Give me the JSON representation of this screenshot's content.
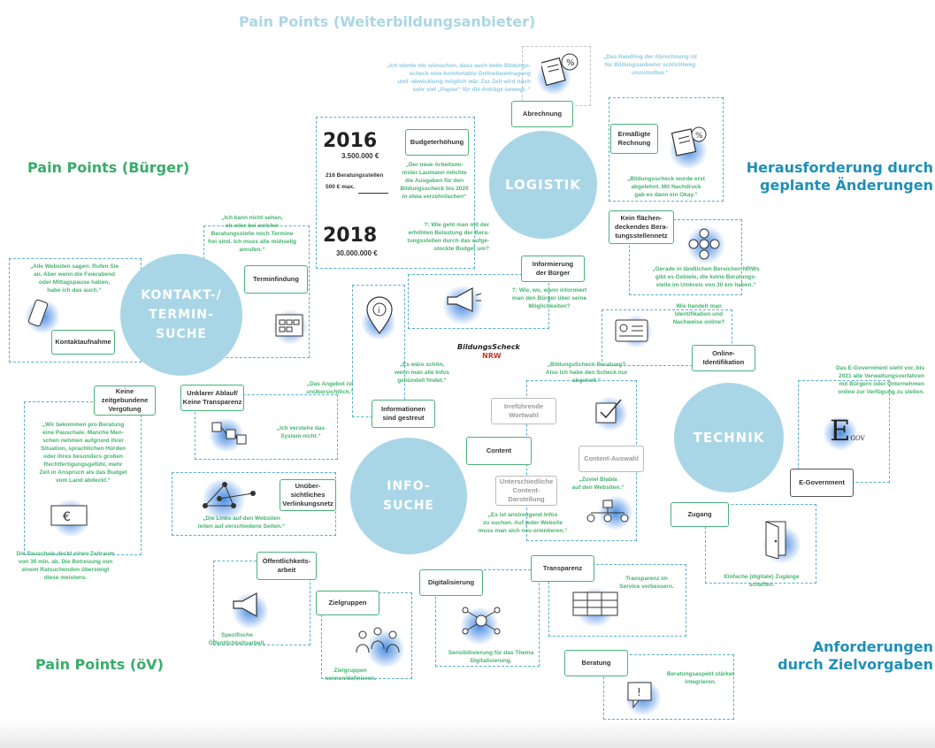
{
  "headings": {
    "weiterbildung": "Pain Points (Weiterbildungsanbieter)",
    "buerger": "Pain Points (Bürger)",
    "oev": "Pain Points (öV)",
    "herausforderung": "Herausforderung durch\ngeplante Änderungen",
    "anforderungen": "Anforderungen\ndurch Zielvorgaben"
  },
  "circles": {
    "logistik": "LOGISTIK",
    "kontakt": "KONTAKT-/\nTERMIN-\nSUCHE",
    "info": "INFO-\nSUCHE",
    "technik": "TECHNIK"
  },
  "budget": {
    "year1": "2016",
    "amount1": "3.500.000 €",
    "stellen": "216 Beratungsstellen",
    "max": "500 € max.",
    "year2": "2018",
    "amount2": "30.000.000 €"
  },
  "logo": {
    "main": "BildungsScheck",
    "sub": "NRW"
  },
  "boxes": {
    "abrechnung": "Abrechnung",
    "ermaessigte": "Ermäßigte\nRechnung",
    "budgeterhoehung": "Budgeterhöhung",
    "kein_flaechen": "Kein flächen-\ndeckendes Bera-\ntungsstellennetz",
    "informierung": "Informierung\nder Bürger",
    "terminfindung": "Terminfindung",
    "kontaktaufnahme": "Kontaktaufnahme",
    "online_ident": "Online-\nIdentifikation",
    "keine_verguetung": "Keine\nzeitgebundene\nVergütung",
    "unklarer": "Unklarer Ablauf/\nKeine Transparenz",
    "informationen": "Informationen\nsind gestreut",
    "irrefuehrende": "Irreführende\nWortwahl",
    "content": "Content",
    "content_auswahl": "Content-Auswahl",
    "unterschiedliche": "Unterschiedliche\nContent-\nDarstellung",
    "unuebersichtlich": "Unüber-\nsichtliches\nVerlinkungsnetz",
    "e_government": "E-Government",
    "zugang": "Zugang",
    "oeffentlichkeit": "Öffentlichkeits-\narbeit",
    "zielgruppen": "Zielgruppen",
    "digitalisierung": "Digitalisierung",
    "transparenz": "Transparenz",
    "beratung": "Beratung"
  },
  "quotes": {
    "q_online": "„Ich würde mir wünschen, dass auch beim Bildungs-\nscheck eine komfortable Onlinebeantragung\nund -abwicklung möglich wär. Zur Zeit wird noch\nsehr viel „Papier“ für die Anträge bewegt. “",
    "q_handling": "„Das Handling der Abrechnung ist\nfür Bildungsanbieter schlichtweg\nunzumutbar.“",
    "q_minister": "„Der neue Arbeitsmi-\nnister Laumann möchte\ndie Ausgaben für den\nBildungsscheck bis 2020\nin etwa verzehnfachen“",
    "q_belastung": "?: Wie geht man mit der\nerhöhten Belastung der Bera-\ntungsstellen durch das aufge-\nstockte Budget um?",
    "q_abgelehnt": "„Bildungsscheck wurde erst\nabgelehnt. Mit Nachdruck\ngab es dann ein Okay.“",
    "q_laendlich": "„Gerade in ländlichen Bereichen NRWs\ngibt es Gebiete, die keine Beratungs-\nstelle im Umkreis von 30 km haben.“",
    "q_termine": "„Ich kann nicht sehen,\nob oder bei welcher\nBeratungsstelle noch Termine\nfrei sind. Ich muss alle mühselig\nanrufen.“",
    "q_websites": "„Alle Websiten sagen: Rufen Sie\nan. Aber wenn die Feierabend\noder Mittagspause haben,\nhabe ich das auch.“",
    "q_informiert": "?: Wie, wo, wann informiert\nman den Bürger über seine\nMöglichkeiten?",
    "q_identifikation": "Wie handelt man\nIdentifikation und\nNachweise online?",
    "q_schoen": "„Es wäre schön,\nwenn man alle Infos\ngebündelt findet.“",
    "q_angebot": "„Das Angebot ist\nunübersichtlich.“",
    "q_beratung": "„BildungsScheck-Beratung?\nAlso ich habe den Scheck nur\nabgeholt.“",
    "q_egov": "Das E-Government sieht vor, bis\n2021 alle Verwaltungsverfahren\nmit Bürgern oder Unternehmen\nonline zur Verfügung zu stellen.",
    "q_pauschale": "„Wir bekommen pro Beratung\neine Pauschale. Manche Men-\nschen nehmen aufgrund ihrer\nSituation, sprachlichen Hürden\noder ihres besonders großen\nRechtfertigungsgefühl, mehr\nZeit in Anspruch als das Budget\nvom Land abdeckt.“",
    "q_system": "„Ich verstehe das\nSystem nicht.“",
    "q_blabla": "„Zuviel Blabla\nauf den Websiten.“",
    "q_anstrengend": "„Es ist anstrengend Infos\nzu suchen. Auf jeder Website\nmuss man sich neu orientieren.“",
    "q_links": "„Die Links auf den Websiten\nleiten auf verschiedene Seiten.“",
    "q_zugaenge": "Einfache (digitale) Zugänge\nschaffen.",
    "q_zeitraum": "Die Pauschale deckt einen Zeitraum\nvon 30 min. ab. Die Betreuung von\neinem Ratsuchenden übersteigt\ndiese meistens.",
    "q_spezifisch": "Spezifische\nÖffentlichkeitsarbeit.",
    "q_zielgruppen": "Zielgruppen\nnennen/definieren.",
    "q_sensibilisierung": "Sensibilisierung für das Thema\nDigitalisierung.",
    "q_transparenz": "Transparenz im\nService verbessern.",
    "q_beratungsaspekt": "Beratungsaspekt stärker\nintegrieren."
  },
  "icons": {
    "doc": "document-percent-icon",
    "phone": "phone-icon",
    "cal": "calendar-icon",
    "network": "network-icon",
    "mega": "megaphone-icon",
    "pin": "location-pin-icon",
    "idcard": "id-card-icon",
    "check": "checkbox-icon",
    "flow": "flowchart-icon",
    "graph": "link-graph-icon",
    "euro": "euro-note-icon",
    "egov": "e-gov-icon",
    "door": "door-icon",
    "people": "people-icon",
    "digital": "digital-network-icon",
    "list": "list-table-icon",
    "speech": "speech-bubble-icon"
  },
  "colors": {
    "circle": "#a9d6e6",
    "green": "#37ad6a",
    "teal": "#1f8fb8",
    "lightblue": "#a9d7e6"
  }
}
